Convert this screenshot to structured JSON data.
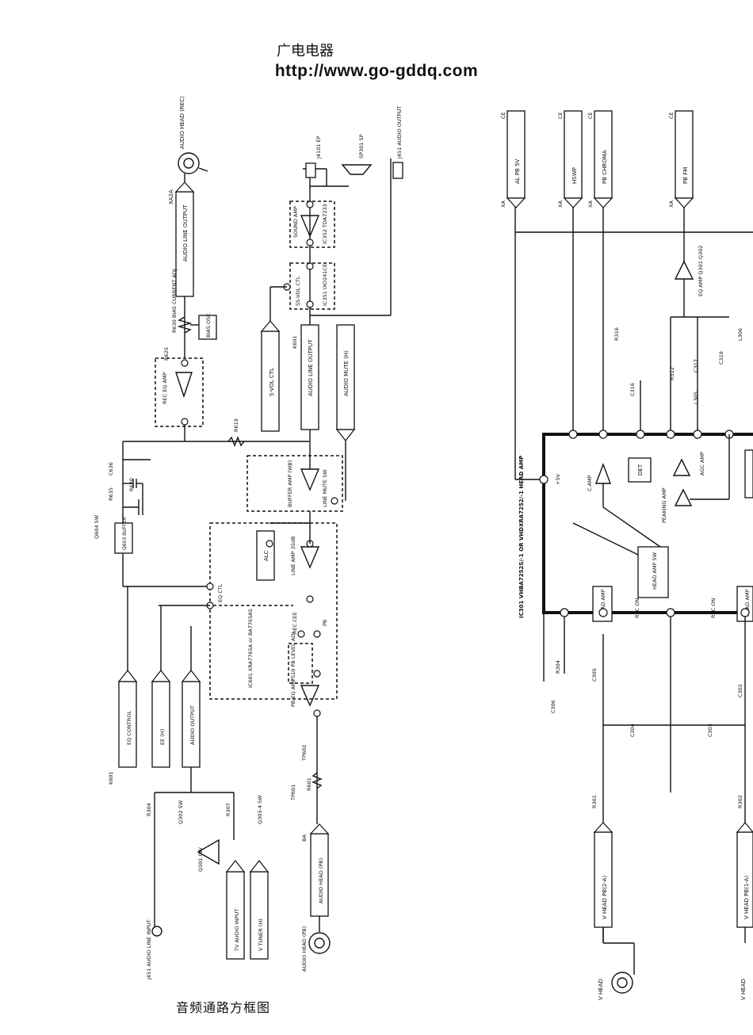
{
  "header": {
    "site_name": "广电电器",
    "url": "http://www.go-gddq.com"
  },
  "caption": "音频通路方框图",
  "left": {
    "audio_head_rec": "AUDIO HEAD (REC)",
    "ep": "J4101 EP",
    "sp": "SP301 SP",
    "j451_output": "J451 AUDIO OUTPUT",
    "xa2a": "XA2A",
    "audio_line_output": "AUDIO LINE OUTPUT",
    "r630": "R630 BIAS CURRENT ADJ",
    "bias_osc": "BIAS OSC",
    "r625": "R625",
    "rec_eq_amp": "REC EQ AMP",
    "sound_amp": "SOUND AMP",
    "ic352": "IC352 TDA7233",
    "ic351": "IC351 IXO241CE",
    "ss_vol_ctl": "SS-VOL CTL",
    "s_vol_ctl": "S-VOL CTL",
    "k601": "K601",
    "audio_line_output_11": "AUDIO LINE OUTPUT",
    "audio_mute": "AUDIO MUTE (H)",
    "r619": "R619",
    "c636": "C636",
    "r635": "R635",
    "r620": "R620",
    "buffer_amp": "BUFFER AMP (WB)",
    "line_mute_sw": "LINE MUTE SW",
    "q604": "Q604 SW",
    "q603_buffer": "Q603 BUFFER",
    "eq_ctl": "EQ CTL",
    "alc": "ALC",
    "line_amp": "LINE AMP 35dB",
    "rec_cee": "REC.CEE",
    "pb": "PB",
    "ts10": "TS10 PB LEVEL ADJ",
    "pb_eq_amp": "PB EQ AMP",
    "ic601": "IC601 XRA7765A or BA7765AS",
    "eq_control": "EQ CONTROL",
    "ee_h": "EE (H)",
    "audio_output": "AUDIO OUTPUT",
    "tp602": "TP602",
    "tp601": "TP601",
    "r601": "R601",
    "ba": "BA",
    "audio_head_pb": "AUDIO HEAD (PB)",
    "r304": "R304",
    "r307": "R307",
    "q302": "Q302 SW",
    "q303": "Q303-4 SW",
    "q301": "Q301 INV",
    "tv_audio_input": "TV AUDIO INPUT",
    "v_tuner": "V TUNER (H)",
    "j451_input": "J451 AUDIO LINE INPUT",
    "audio_head_pb_bottom": "AUDIO HEAD (PB)"
  },
  "right": {
    "ce": "CE",
    "xa": "XA",
    "al_pb_5v": "AL PB 5V",
    "hswp": "HSWP",
    "pb_chroma": "PB CHROMA",
    "pb_fm": "PB FM",
    "eq_amp": "EQ AMP Q301 Q302",
    "r316": "R316",
    "c316": "C316",
    "r312": "R312",
    "c317": "C317",
    "l305": "L305",
    "c318": "C318",
    "l306": "L306",
    "plus5v": "+5V",
    "c_amp": "C.AMP",
    "det": "DET",
    "agc_amp": "AGC AMP",
    "peaking_amp": "PEAKING AMP",
    "head_amp_sw": "HEAD AMP SW",
    "ic301": "IC301 VHBA7252S/-1 OR VHDXRA7252/-1 HEAD AMP",
    "head_amp": "HEAD AMP",
    "rec_on": "REC ON",
    "r304": "R304",
    "c306": "C306",
    "c305": "C305",
    "c304": "C304",
    "c303": "C303",
    "c302": "C302",
    "r301": "R301",
    "r302": "R302",
    "vhead_pb2": "V HEAD PB(2-A)",
    "vhead_pb1": "V HEAD PB(1-A)",
    "vhead": "V HEAD"
  }
}
